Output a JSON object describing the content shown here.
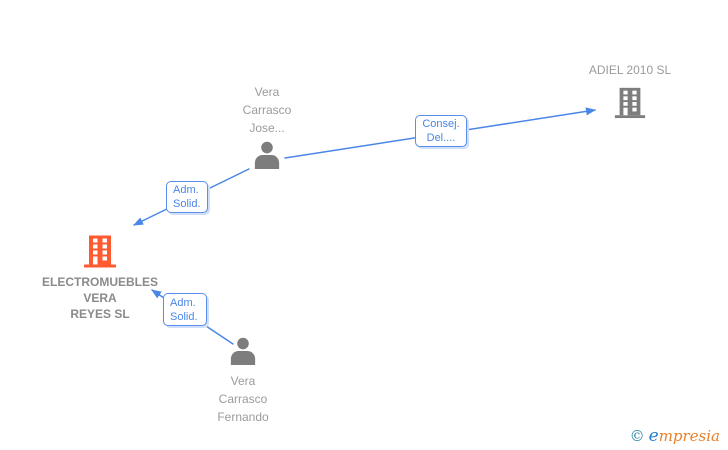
{
  "colors": {
    "edge_blue": "#4a86e8",
    "icon_gray": "#7d7d7d",
    "text_gray": "#9b9b9b",
    "focus_orange": "#ff5a30"
  },
  "nodes": {
    "person_top": {
      "lines": [
        "Vera",
        "Carrasco",
        "Jose..."
      ]
    },
    "company_right": {
      "name": "ADIEL 2010 SL"
    },
    "company_focus": {
      "lines": [
        "ELECTROMUEBLES",
        "VERA",
        "REYES SL"
      ]
    },
    "person_bottom": {
      "lines": [
        "Vera",
        "Carrasco",
        "Fernando"
      ]
    }
  },
  "edges": {
    "consejero": {
      "lines": [
        "Consej.",
        "Del...."
      ]
    },
    "adm_top": {
      "lines": [
        "Adm.",
        "Solid."
      ]
    },
    "adm_bottom": {
      "lines": [
        "Adm.",
        "Solid."
      ]
    }
  },
  "watermark": {
    "copyright": "©",
    "brand_e": "e",
    "brand_rest": "mpresia"
  }
}
